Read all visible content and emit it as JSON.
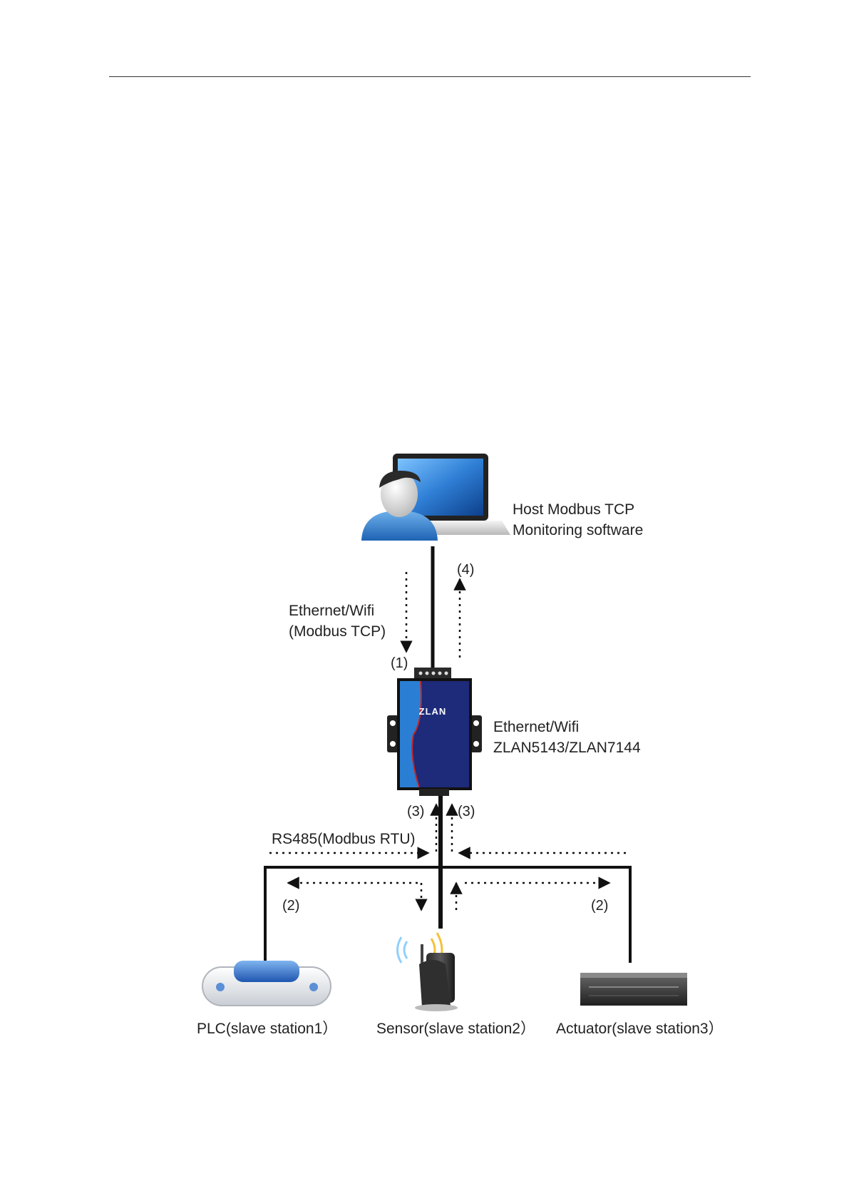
{
  "diagram": {
    "host_label": [
      "Host Modbus TCP",
      "Monitoring software"
    ],
    "network_label": [
      "Ethernet/Wifi",
      "(Modbus TCP)"
    ],
    "gateway_label": [
      "Ethernet/Wifi",
      "ZLAN5143/ZLAN7144"
    ],
    "gateway_brand": "ZLAN",
    "bus_label": "RS485(Modbus RTU)",
    "step_1": "(1)",
    "step_2": "(2)",
    "step_3": "(3)",
    "step_4": "(4)",
    "slaves": [
      {
        "label": "PLC(slave station1）"
      },
      {
        "label": "Sensor(slave station2）"
      },
      {
        "label": "Actuator(slave station3）"
      }
    ],
    "colors": {
      "line": "#111111",
      "device_blue": "#1e2a7a",
      "device_light_blue": "#2a7fd4",
      "accent_red": "#c0282a",
      "screen_blue": "#3a8fe0"
    }
  }
}
